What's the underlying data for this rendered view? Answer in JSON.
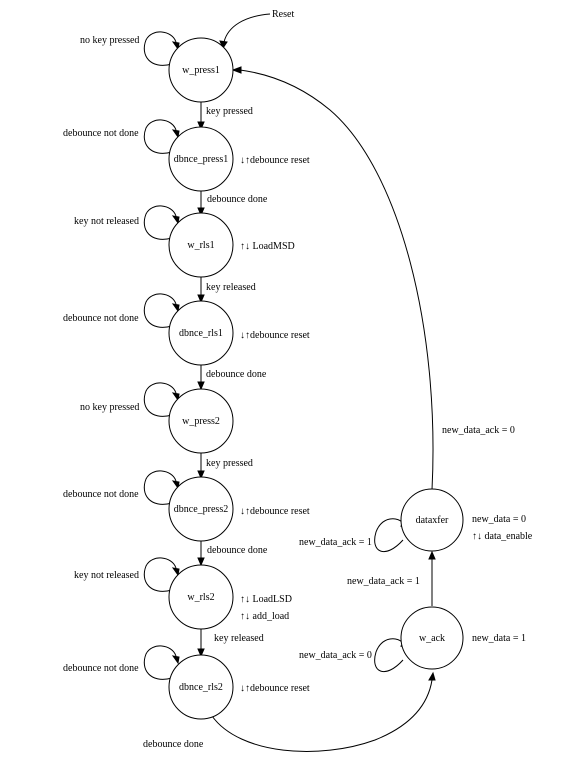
{
  "states": {
    "w_press1": "w_press1",
    "dbnce_press1": "dbnce_press1",
    "w_rls1": "w_rls1",
    "dbnce_rls1": "dbnce_rls1",
    "w_press2": "w_press2",
    "dbnce_press2": "dbnce_press2",
    "w_rls2": "w_rls2",
    "dbnce_rls2": "dbnce_rls2",
    "dataxfer": "dataxfer",
    "w_ack": "w_ack"
  },
  "reset_label": "Reset",
  "transitions": {
    "w_press1_self": "no key pressed",
    "w_press1_to_dbnce_press1": "key pressed",
    "dbnce_press1_self": "debounce not done",
    "dbnce_press1_to_w_rls1": "debounce done",
    "w_rls1_self": "key not released",
    "w_rls1_to_dbnce_rls1": "key released",
    "dbnce_rls1_self": "debounce not done",
    "dbnce_rls1_to_w_press2": "debounce done",
    "w_press2_self": "no key pressed",
    "w_press2_to_dbnce_press2": "key pressed",
    "dbnce_press2_self": "debounce not done",
    "dbnce_press2_to_w_rls2": "debounce done",
    "w_rls2_self": "key not released",
    "w_rls2_to_dbnce_rls2": "key released",
    "dbnce_rls2_self": "debounce not done",
    "dbnce_rls2_to_w_ack": "debounce done",
    "w_ack_self": "new_data_ack = 0",
    "w_ack_to_dataxfer": "new_data_ack = 1",
    "dataxfer_self": "new_data_ack = 1",
    "dataxfer_to_w_press1": "new_data_ack = 0"
  },
  "actions": {
    "dbnce_press1": "↓↑debounce reset",
    "w_rls1": "↑↓  LoadMSD",
    "dbnce_rls1": "↓↑debounce reset",
    "dbnce_press2": "↓↑debounce reset",
    "w_rls2_a": "↑↓  LoadLSD",
    "w_rls2_b": "↑↓  add_load",
    "dbnce_rls2": "↓↑debounce reset",
    "dataxfer_a": "new_data  = 0",
    "dataxfer_b": "↑↓ data_enable",
    "w_ack": "new_data = 1"
  }
}
